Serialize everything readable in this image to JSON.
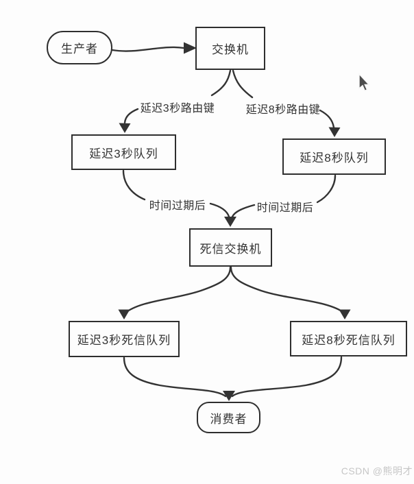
{
  "diagram": {
    "nodes": {
      "producer": {
        "label": "生产者",
        "shape": "rounded"
      },
      "exchange": {
        "label": "交换机",
        "shape": "rect"
      },
      "delay3_queue": {
        "label": "延迟3秒队列",
        "shape": "rect"
      },
      "delay8_queue": {
        "label": "延迟8秒队列",
        "shape": "rect"
      },
      "dead_letter_exchange": {
        "label": "死信交换机",
        "shape": "rect"
      },
      "delay3_dead_queue": {
        "label": "延迟3秒死信队列",
        "shape": "rect"
      },
      "delay8_dead_queue": {
        "label": "延迟8秒死信队列",
        "shape": "rect"
      },
      "consumer": {
        "label": "消费者",
        "shape": "rounded"
      }
    },
    "edge_labels": {
      "routing_key_3s": "延迟3秒路由键",
      "routing_key_8s": "延迟8秒路由键",
      "expired_left": "时间过期后",
      "expired_right": "时间过期后"
    },
    "icons": {
      "cursor_small": "arrow-pointer",
      "cursor_large": "arrow-pointer"
    },
    "colors": {
      "stroke": "#333333",
      "node_border": "#2e2e2e",
      "text": "#333333",
      "background": "#fdfdfd",
      "watermark": "#c6c6c6",
      "cursor_small_fill": "#1c1c1c",
      "cursor_large_fill": "#4d4d4d"
    }
  },
  "watermark": {
    "text": "CSDN @熊明才"
  }
}
